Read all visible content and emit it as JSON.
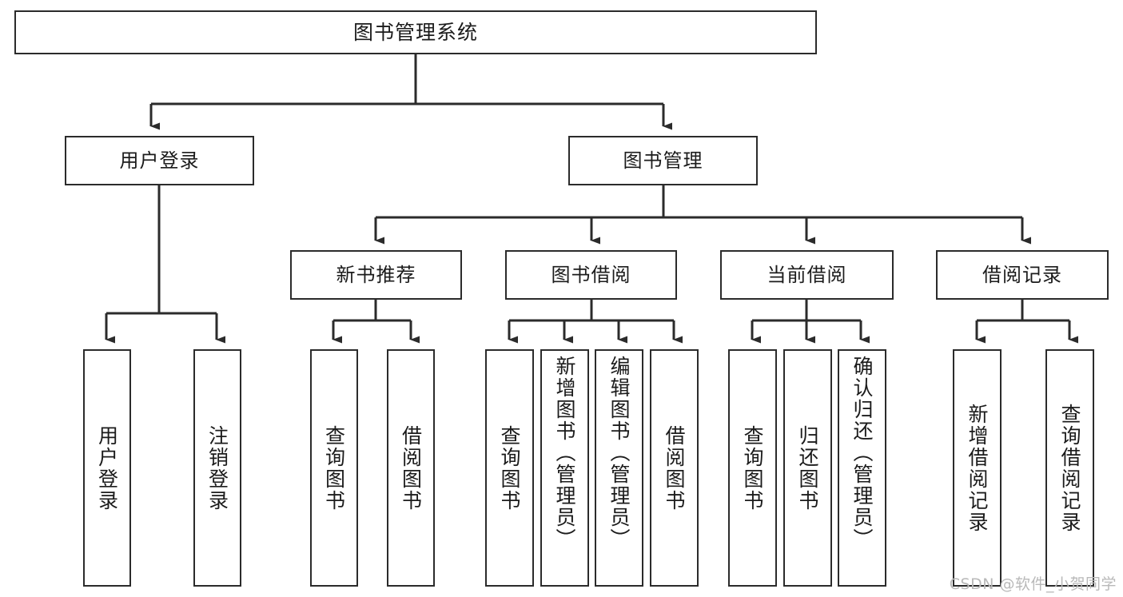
{
  "diagram": {
    "type": "tree-hierarchy",
    "title": "图书管理系统",
    "watermark": "CSDN @软件_小贺同学",
    "colors": {
      "stroke": "#2b2b2b",
      "fill": "#ffffff",
      "text": "#1b1b1b",
      "watermark": "#b9b9b9"
    },
    "root": {
      "label": "图书管理系统"
    },
    "level2": [
      {
        "label": "用户登录"
      },
      {
        "label": "图书管理"
      }
    ],
    "level3": [
      {
        "label": "新书推荐"
      },
      {
        "label": "图书借阅"
      },
      {
        "label": "当前借阅"
      },
      {
        "label": "借阅记录"
      }
    ],
    "leaves": {
      "user_login": [
        {
          "label": "用户登录"
        },
        {
          "label": "注销登录"
        }
      ],
      "new_book": [
        {
          "label": "查询图书"
        },
        {
          "label": "借阅图书"
        }
      ],
      "book_borrow": [
        {
          "label": "查询图书"
        },
        {
          "label": "新增图书（管理员）"
        },
        {
          "label": "编辑图书（管理员）"
        },
        {
          "label": "借阅图书"
        }
      ],
      "current_borrow": [
        {
          "label": "查询图书"
        },
        {
          "label": "归还图书"
        },
        {
          "label": "确认归还（管理员）"
        }
      ],
      "borrow_record": [
        {
          "label": "新增借阅记录"
        },
        {
          "label": "查询借阅记录"
        }
      ]
    }
  }
}
